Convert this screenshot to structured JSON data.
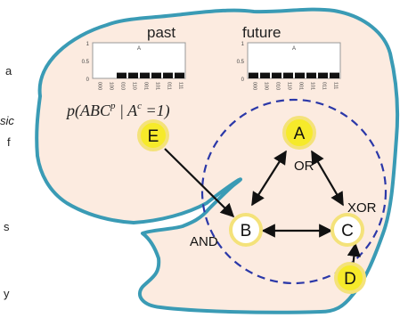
{
  "panel_titles": {
    "past": "past",
    "future": "future"
  },
  "histogram": {
    "y_ticks": [
      "1",
      "0.5",
      "0"
    ],
    "peak_marker": "A",
    "x_labels": [
      "000",
      "100",
      "010",
      "110",
      "001",
      "101",
      "011",
      "111"
    ],
    "past_values": [
      0,
      0,
      0.16,
      0.16,
      0.16,
      0.16,
      0.16,
      0.16
    ],
    "future_values": [
      0.16,
      0.16,
      0.16,
      0.16,
      0.16,
      0.16,
      0.16,
      0.16
    ]
  },
  "formula": "p(ABC^p | A^c = 1)",
  "formula_parts": {
    "p": "p",
    "open": "(ABC",
    "sup_p": "p",
    "mid": " | A",
    "sup_c": "c",
    "close": " =1)"
  },
  "nodes": {
    "A": {
      "label": "A",
      "gate": "OR"
    },
    "B": {
      "label": "B",
      "gate": "AND"
    },
    "C": {
      "label": "C",
      "gate": "XOR"
    },
    "D": {
      "label": "D"
    },
    "E": {
      "label": "E"
    }
  },
  "left_fragments": [
    "a",
    "sic",
    "f",
    "s",
    "y"
  ],
  "colors": {
    "brain_fill": "#fcebe0",
    "brain_outline": "#3a9bb5",
    "dashed_circle": "#2b38a8",
    "node_fill": "#f6ea2a",
    "node_ring": "#f4e27a"
  }
}
